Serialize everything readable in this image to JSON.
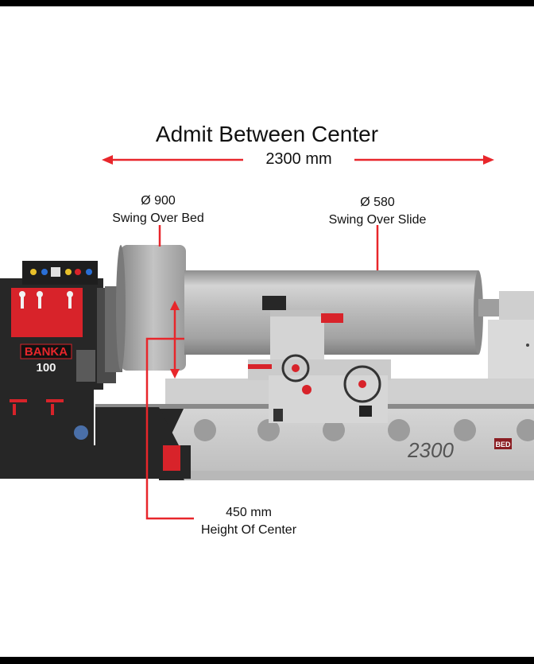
{
  "title": "Admit Between Center",
  "length": {
    "value": "2300 mm"
  },
  "swing_bed": {
    "value": "Ø 900",
    "label": "Swing Over Bed"
  },
  "swing_slide": {
    "value": "Ø 580",
    "label": "Swing Over Slide"
  },
  "center_height": {
    "value": "450 mm",
    "label": "Height Of Center"
  },
  "machine": {
    "brand": "BANKA",
    "model": "100",
    "bed_mark": "2300",
    "badge": "BED"
  },
  "colors": {
    "annotation": "#e8262b",
    "body_red": "#d8232a",
    "dark": "#262626",
    "bed_gray": "#c9c9c9",
    "steel": "#b2b2b2"
  }
}
